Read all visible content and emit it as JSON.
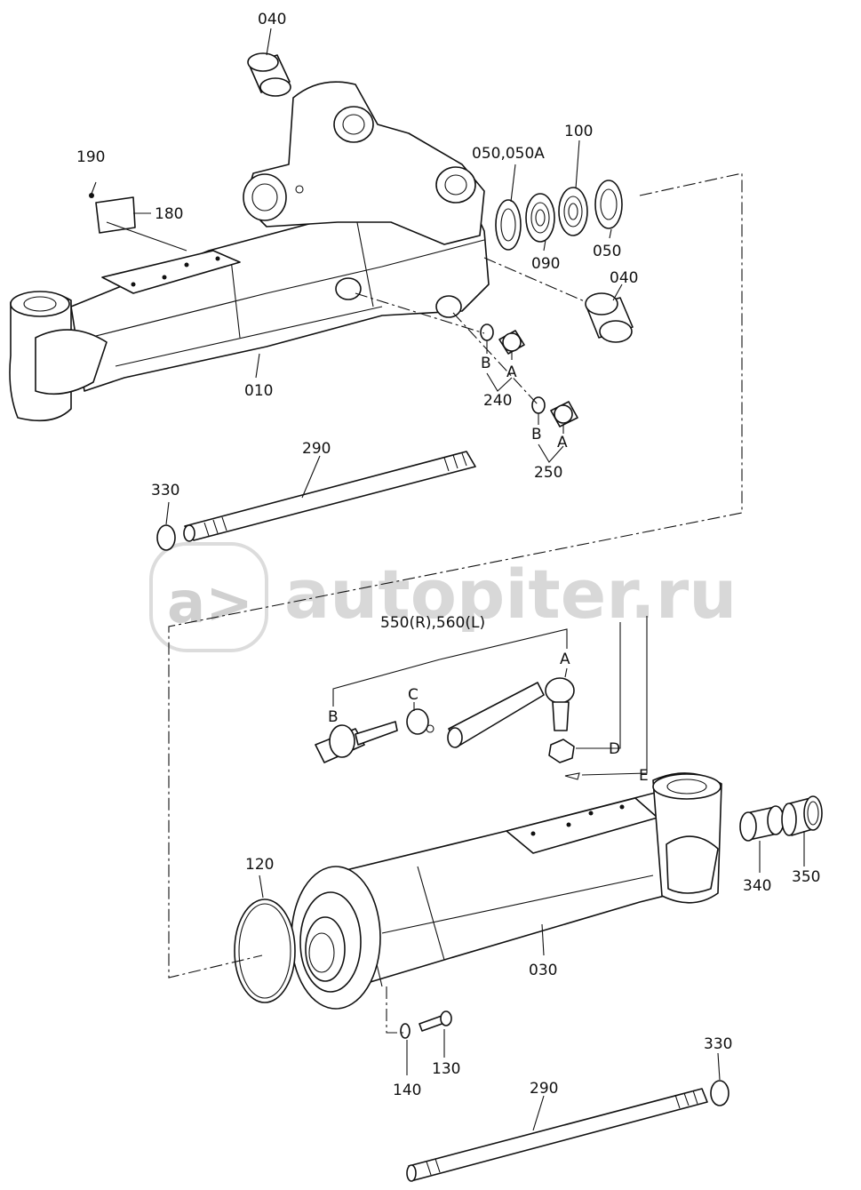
{
  "watermark": "autopiter.ru",
  "labels": {
    "p040_top": "040",
    "p190": "190",
    "p180": "180",
    "p050_050A": "050,050A",
    "p100": "100",
    "p090": "090",
    "p050": "050",
    "p040_mid": "040",
    "p010": "010",
    "b_240": "B",
    "a_240": "A",
    "p240": "240",
    "b_250": "B",
    "a_250": "A",
    "p250": "250",
    "p290_top": "290",
    "p330_top": "330",
    "p550_560": "550(R),560(L)",
    "a_tie": "A",
    "c_tie": "C",
    "b_tie": "B",
    "d_tie": "D",
    "e_tie": "E",
    "p120": "120",
    "p340": "340",
    "p350": "350",
    "p030": "030",
    "p130": "130",
    "p140": "140",
    "p330_bot": "330",
    "p290_bot": "290"
  }
}
